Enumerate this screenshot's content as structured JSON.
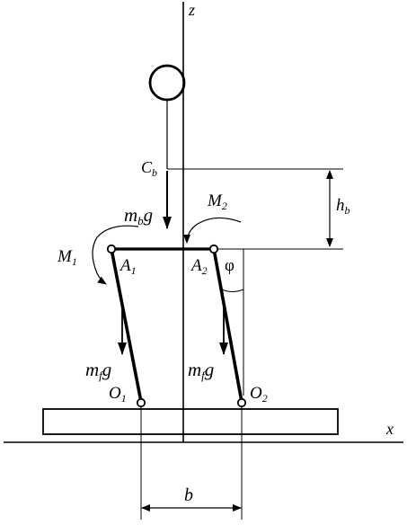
{
  "diagram": {
    "axis_z_label": "z",
    "axis_x_label": "x",
    "cb": {
      "main": "C",
      "sub": "b"
    },
    "hb": {
      "main": "h",
      "sub": "b"
    },
    "mbg": {
      "m": "m",
      "sub": "b",
      "g": "g"
    },
    "m1": {
      "main": "M",
      "sub": "1"
    },
    "m2": {
      "main": "M",
      "sub": "2"
    },
    "a1": {
      "main": "A",
      "sub": "1"
    },
    "a2": {
      "main": "A",
      "sub": "2"
    },
    "phi": "φ",
    "mfg_left": {
      "m": "m",
      "sub": "f",
      "g": "g"
    },
    "mfg_right": {
      "m": "m",
      "sub": "f",
      "g": "g"
    },
    "o1": {
      "main": "O",
      "sub": "1"
    },
    "o2": {
      "main": "O",
      "sub": "2"
    },
    "b": "b"
  }
}
